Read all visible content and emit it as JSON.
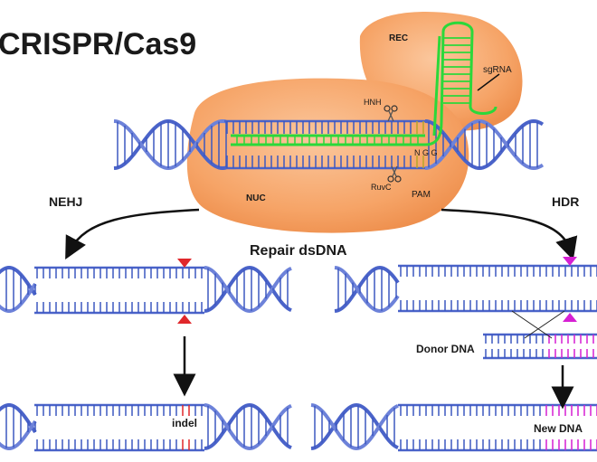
{
  "title": "CRISPR/Cas9",
  "protein": {
    "rec": "REC",
    "nuc": "NUC",
    "hnh": "HNH",
    "ruvc": "RuvC",
    "pam": "PAM",
    "ngg": "N G G"
  },
  "guide": {
    "label": "sgRNA"
  },
  "pathways": {
    "left": "NEHJ",
    "right": "HDR",
    "center": "Repair dsDNA"
  },
  "results": {
    "indel": "indel",
    "donor": "Donor DNA",
    "new_dna": "New DNA"
  },
  "colors": {
    "protein": "#f5a46a",
    "dna_strand": "#4a63c9",
    "dna_rung": "#3c58c0",
    "guide_rna": "#2bd83a",
    "cut_marker": "#e0272b",
    "donor_magenta": "#d61fd3",
    "pam_rung": "#b7a52a"
  }
}
